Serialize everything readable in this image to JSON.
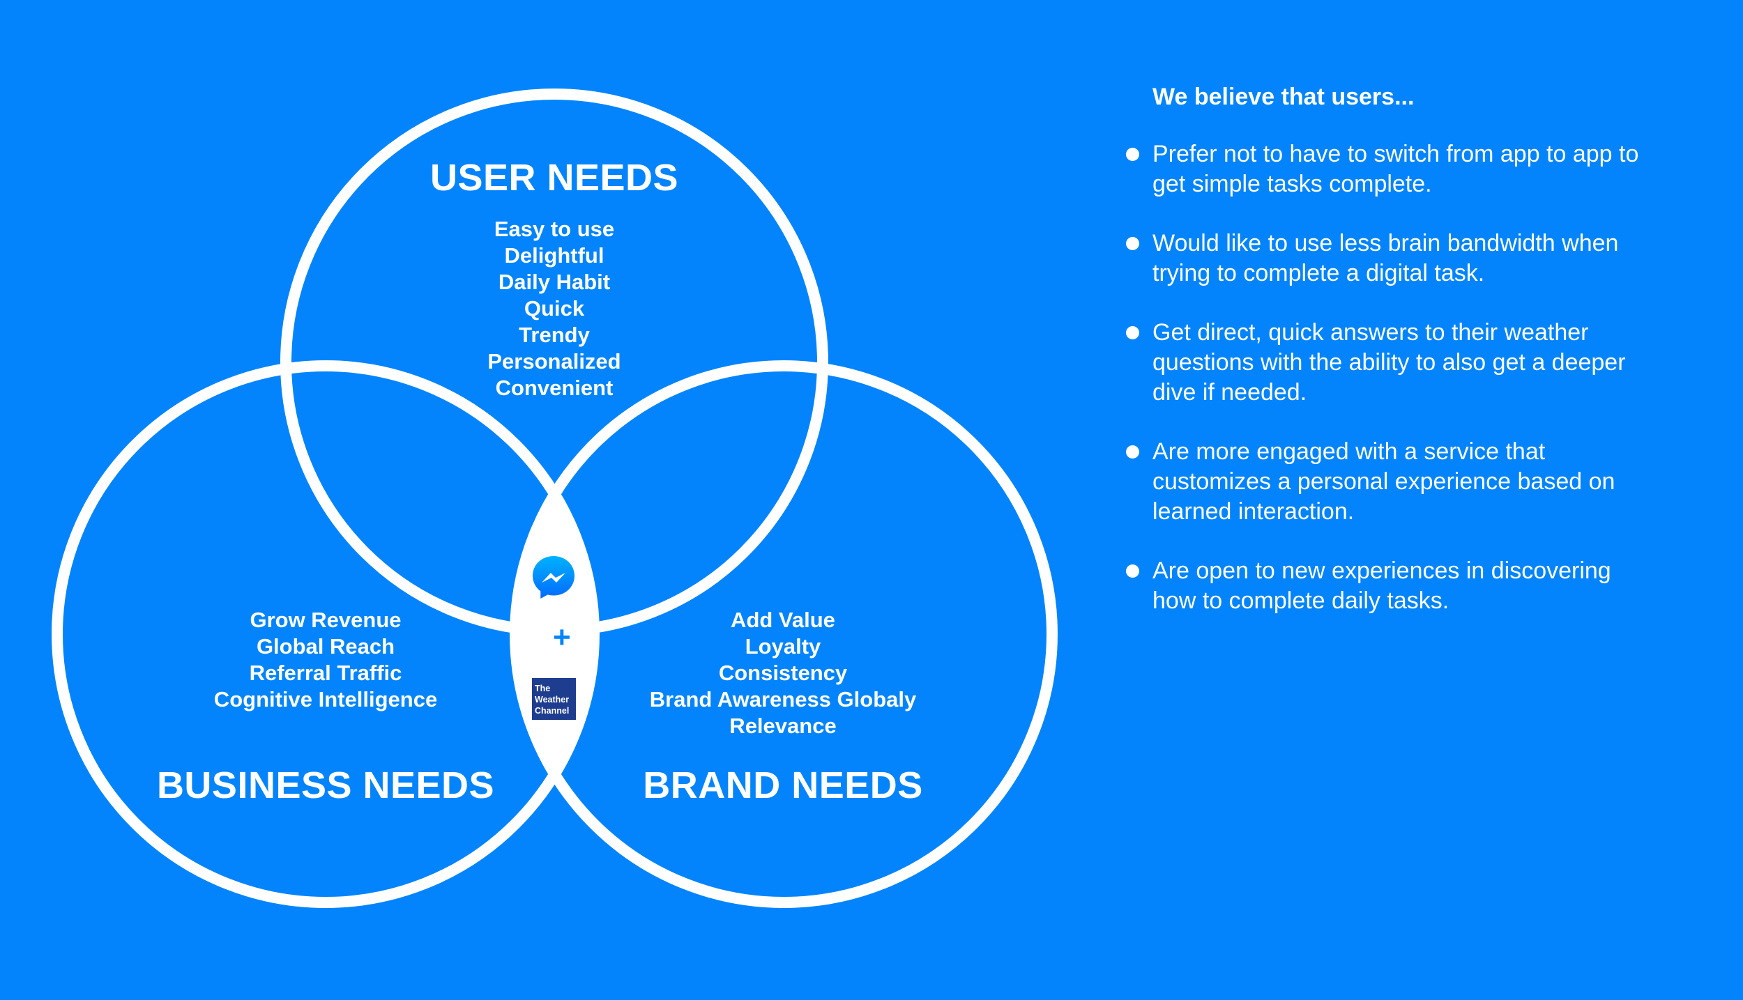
{
  "colors": {
    "background": "#0384fc",
    "foreground": "#ffffff",
    "messenger_gradient_top": "#00b2ff",
    "messenger_gradient_bottom": "#006aff",
    "weather_channel_blue": "#1e3d8f"
  },
  "venn": {
    "user_needs": {
      "title": "USER NEEDS",
      "items": [
        "Easy to use",
        "Delightful",
        "Daily Habit",
        "Quick",
        "Trendy",
        "Personalized",
        "Convenient"
      ]
    },
    "business_needs": {
      "title": "BUSINESS NEEDS",
      "items": [
        "Grow Revenue",
        "Global Reach",
        "Referral Traffic",
        "Cognitive Intelligence"
      ]
    },
    "brand_needs": {
      "title": "BRAND NEEDS",
      "items": [
        "Add Value",
        "Loyalty",
        "Consistency",
        "Brand Awareness Globaly",
        "Relevance"
      ]
    },
    "center": {
      "top_icon": "messenger-icon",
      "plus": "+",
      "bottom_logo": {
        "icon": "weather-channel-logo",
        "lines": [
          "The",
          "Weather",
          "Channel"
        ]
      }
    }
  },
  "beliefs": {
    "heading": "We believe that users...",
    "items": [
      [
        "Prefer not to have to switch from app to app to",
        "get simple tasks complete."
      ],
      [
        "Would like to use less brain bandwidth when",
        "trying to complete a digital task."
      ],
      [
        "Get direct, quick answers to their weather",
        "questions with the ability to also get a deeper",
        "dive if needed."
      ],
      [
        "Are more engaged with a service that",
        "customizes a personal experience based on",
        "learned interaction."
      ],
      [
        "Are open to new experiences in discovering",
        "how to complete daily tasks."
      ]
    ]
  }
}
